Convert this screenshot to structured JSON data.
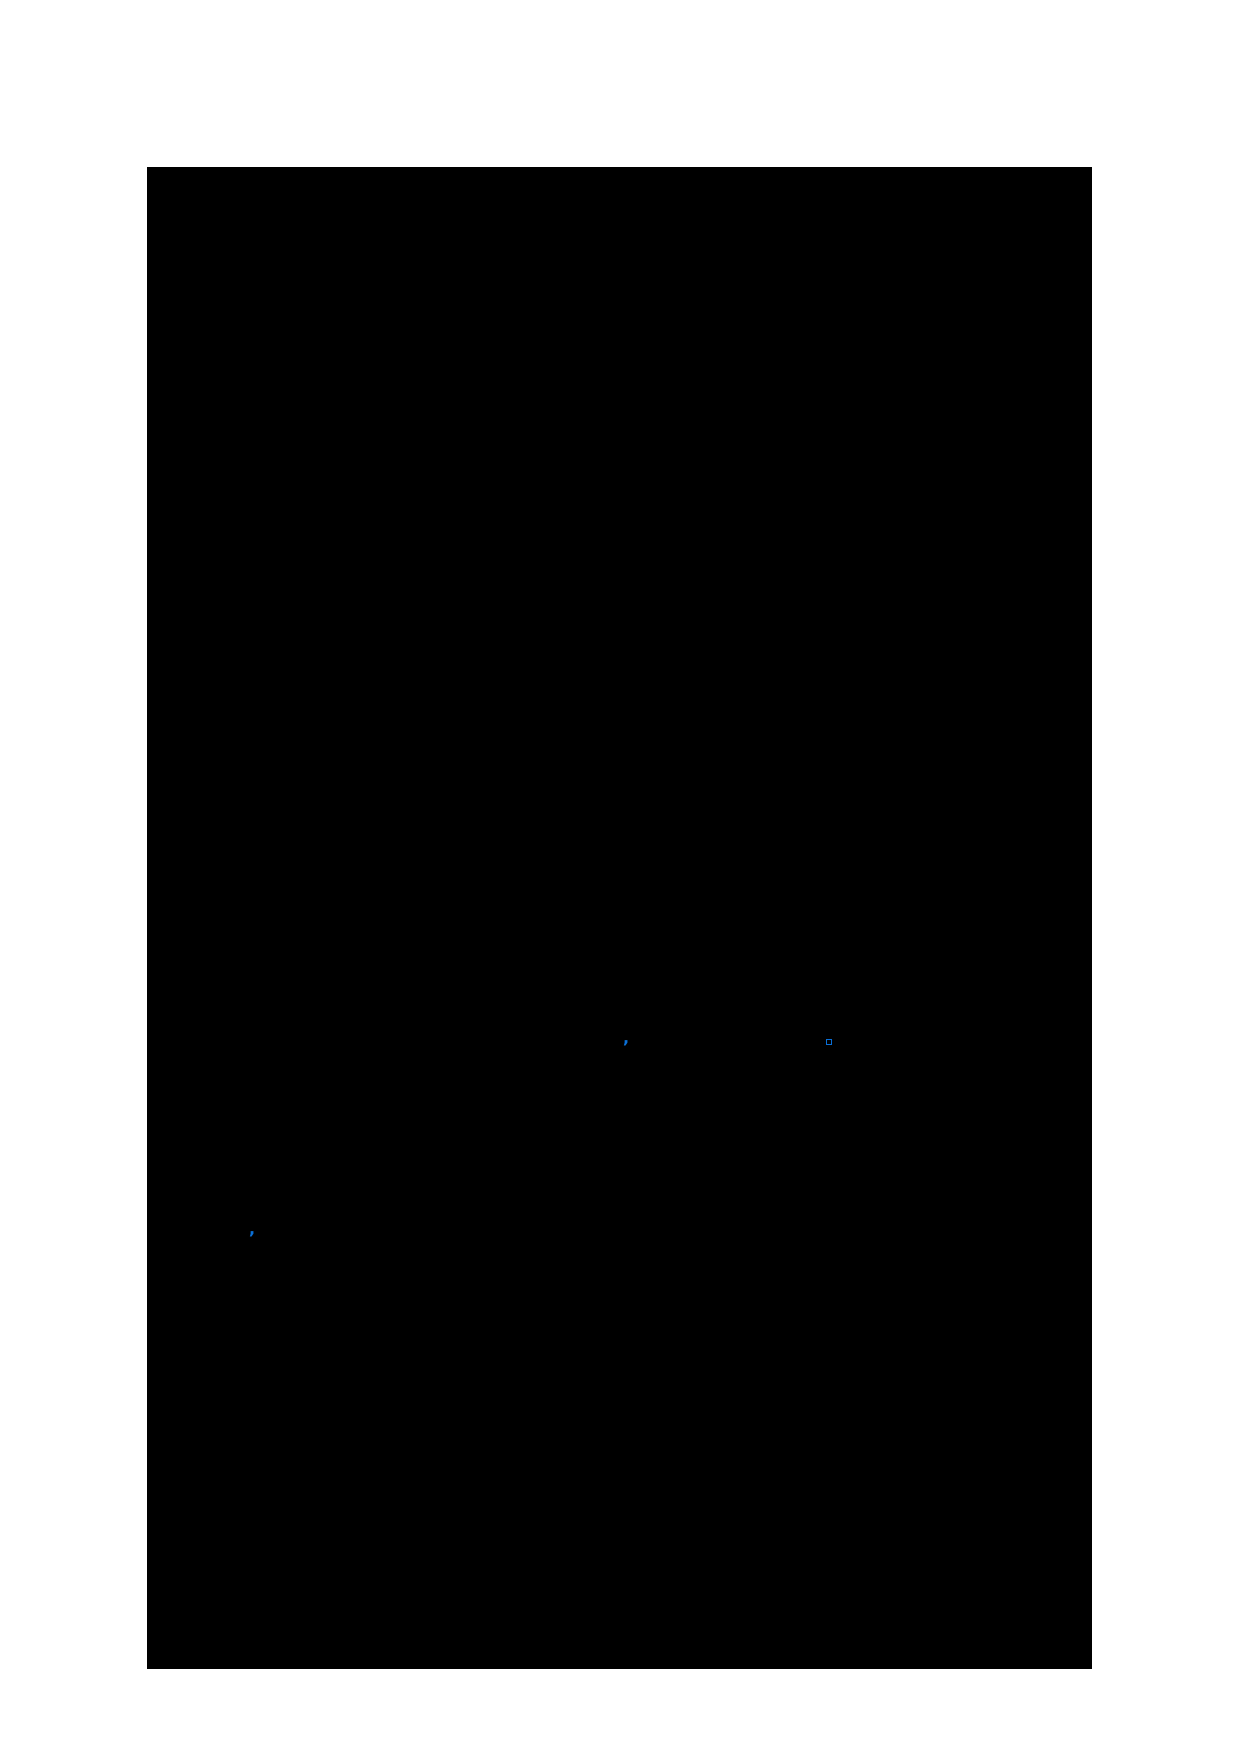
{
  "document": {
    "page": {
      "background_color": "#ffffff",
      "redaction_color": "#000000",
      "accent_color": "#0a6fd6"
    },
    "visible_glyphs": [
      {
        "id": "comma-1",
        "text": ","
      },
      {
        "id": "comma-2",
        "text": ","
      },
      {
        "id": "box-glyph",
        "icon": "square-box-icon"
      }
    ]
  }
}
